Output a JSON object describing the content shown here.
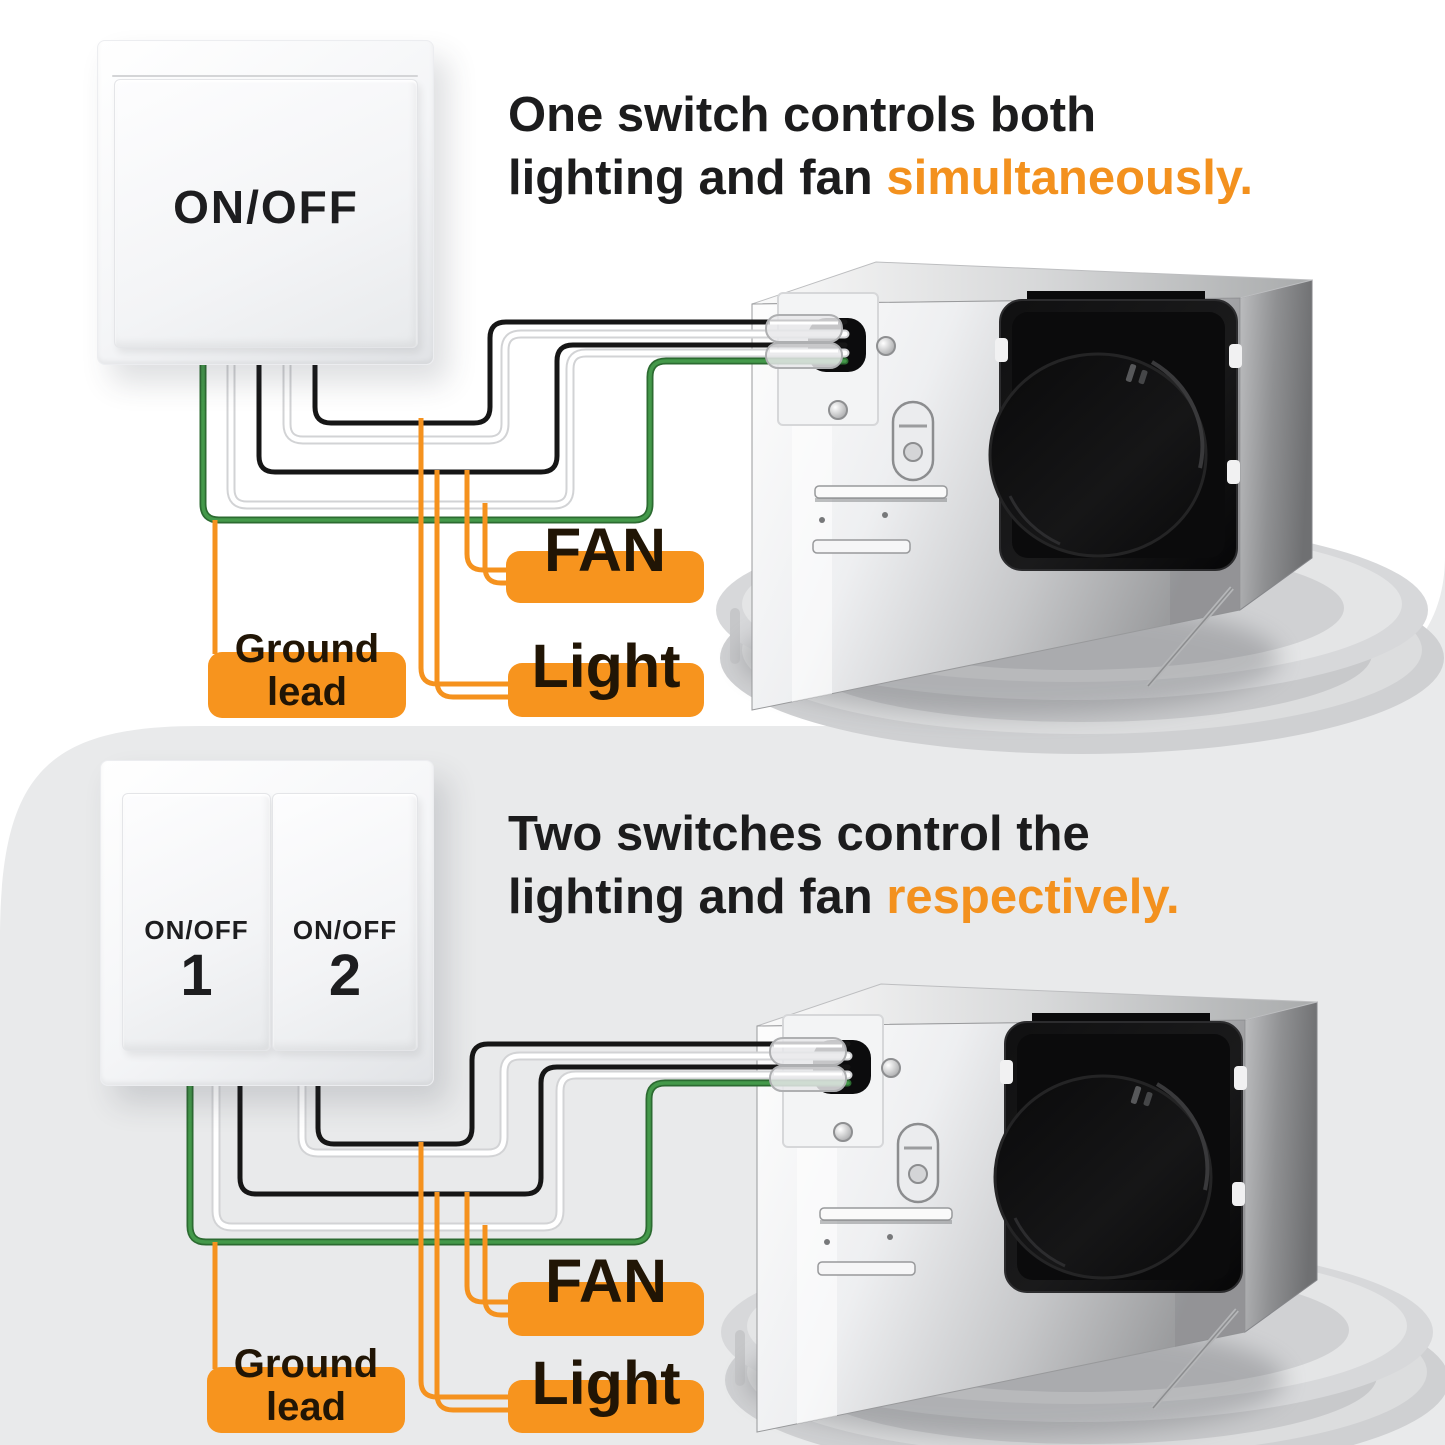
{
  "colors": {
    "accent_orange": "#f3911e",
    "label_orange": "#f7941e",
    "leader_orange": "#f5921e",
    "ground_green": "#3b8a41",
    "hot_wire_black": "#161616",
    "neutral_wire_white": "#ffffff",
    "section_gray": "#e9eaeb",
    "heading_text": "#1c1c1d",
    "label_text": "#211505"
  },
  "top_section": {
    "switch_label": "ON/OFF",
    "heading": {
      "line1": "One switch controls both",
      "line2_prefix": "lighting and fan ",
      "line2_accent": "simultaneously."
    },
    "labels": {
      "fan": "FAN",
      "light": "Light",
      "ground_line1": "Ground",
      "ground_line2": "lead"
    }
  },
  "bottom_section": {
    "switches": [
      {
        "label": "ON/OFF",
        "number": "1"
      },
      {
        "label": "ON/OFF",
        "number": "2"
      }
    ],
    "heading": {
      "line1": "Two switches control the",
      "line2_prefix": "lighting and fan ",
      "line2_accent": "respectively."
    },
    "labels": {
      "fan": "FAN",
      "light": "Light",
      "ground_line1": "Ground",
      "ground_line2": "lead"
    }
  }
}
